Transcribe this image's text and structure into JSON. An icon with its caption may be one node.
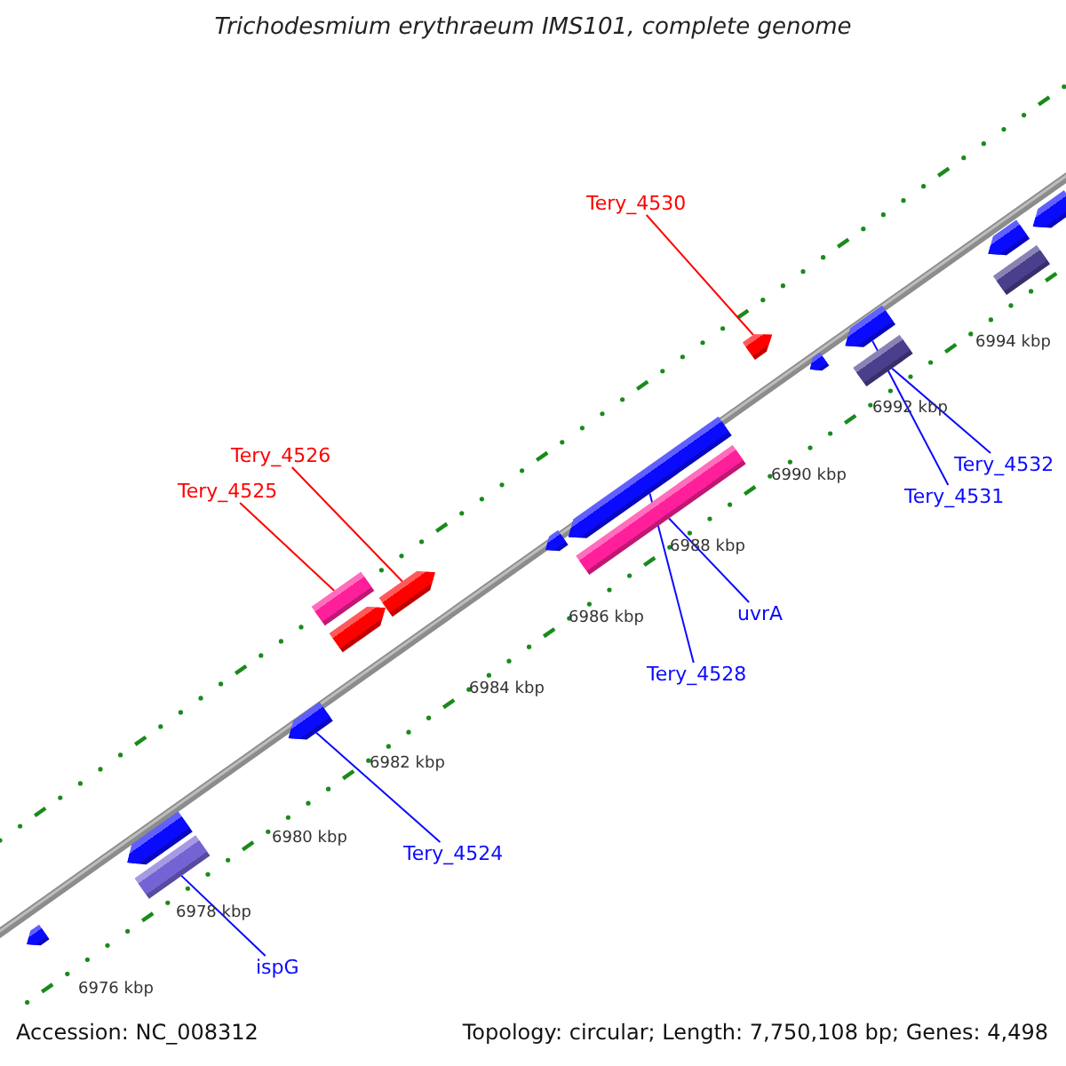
{
  "diagram": {
    "title": "Trichodesmium erythraeum IMS101, complete genome",
    "nodes": [
      {
        "text": [
          "Tery_4530"
        ]
      },
      {
        "text": [],
        "shape": "arrow"
      },
      {
        "text": [
          "Tery_4526"
        ]
      },
      {
        "text": [],
        "shape": "arrow"
      },
      {
        "text": [
          "Tery_4525"
        ]
      },
      {
        "text": [],
        "shape": "bar"
      },
      {
        "text": [
          "Tery_4532"
        ]
      },
      {
        "text": [],
        "shape": "bar"
      },
      {
        "text": [
          "Tery_4531"
        ]
      },
      {
        "text": [],
        "shape": "arrow"
      },
      {
        "text": [
          "uvrA"
        ]
      },
      {
        "text": [],
        "shape": "bar"
      },
      {
        "text": [
          "Tery_4528"
        ]
      },
      {
        "text": [],
        "shape": "arrow"
      },
      {
        "text": [
          "Tery_4524"
        ]
      },
      {
        "text": [],
        "shape": "arrow"
      },
      {
        "text": [
          "ispG"
        ]
      },
      {
        "text": [],
        "shape": "bar"
      },
      {
        "text": [],
        "shape": "arrow"
      },
      {
        "text": [],
        "shape": "arrow"
      },
      {
        "text": [],
        "shape": "arrow"
      },
      {
        "text": [],
        "shape": "arrow"
      },
      {
        "text": [],
        "shape": "arrow"
      },
      {
        "text": [],
        "shape": "bar"
      },
      {
        "text": [],
        "shape": "arrow"
      },
      {
        "text": [],
        "shape": "arrow"
      }
    ],
    "edges": [
      {
        "from": 0,
        "to": 1,
        "arrow": "none",
        "color": "#ff0000"
      },
      {
        "from": 2,
        "to": 3,
        "arrow": "none",
        "color": "#ff0000"
      },
      {
        "from": 4,
        "to": 5,
        "arrow": "none",
        "color": "#ff0000"
      },
      {
        "from": 6,
        "to": 7,
        "arrow": "none"
      },
      {
        "from": 8,
        "to": 9,
        "arrow": "none"
      },
      {
        "from": 10,
        "to": 11,
        "arrow": "none"
      },
      {
        "from": 12,
        "to": 13,
        "arrow": "none"
      },
      {
        "from": 14,
        "to": 15,
        "arrow": "none"
      },
      {
        "from": 16,
        "to": 17,
        "arrow": "none"
      }
    ],
    "labels": [
      "6994 kbp",
      "6992 kbp",
      "6990 kbp",
      "6988 kbp",
      "6986 kbp",
      "6984 kbp",
      "6982 kbp",
      "6980 kbp",
      "6978 kbp",
      "6976 kbp",
      "Accession: NC_008312",
      "Topology: circular; Length: 7,750,108 bp; Genes: 4,498"
    ]
  }
}
